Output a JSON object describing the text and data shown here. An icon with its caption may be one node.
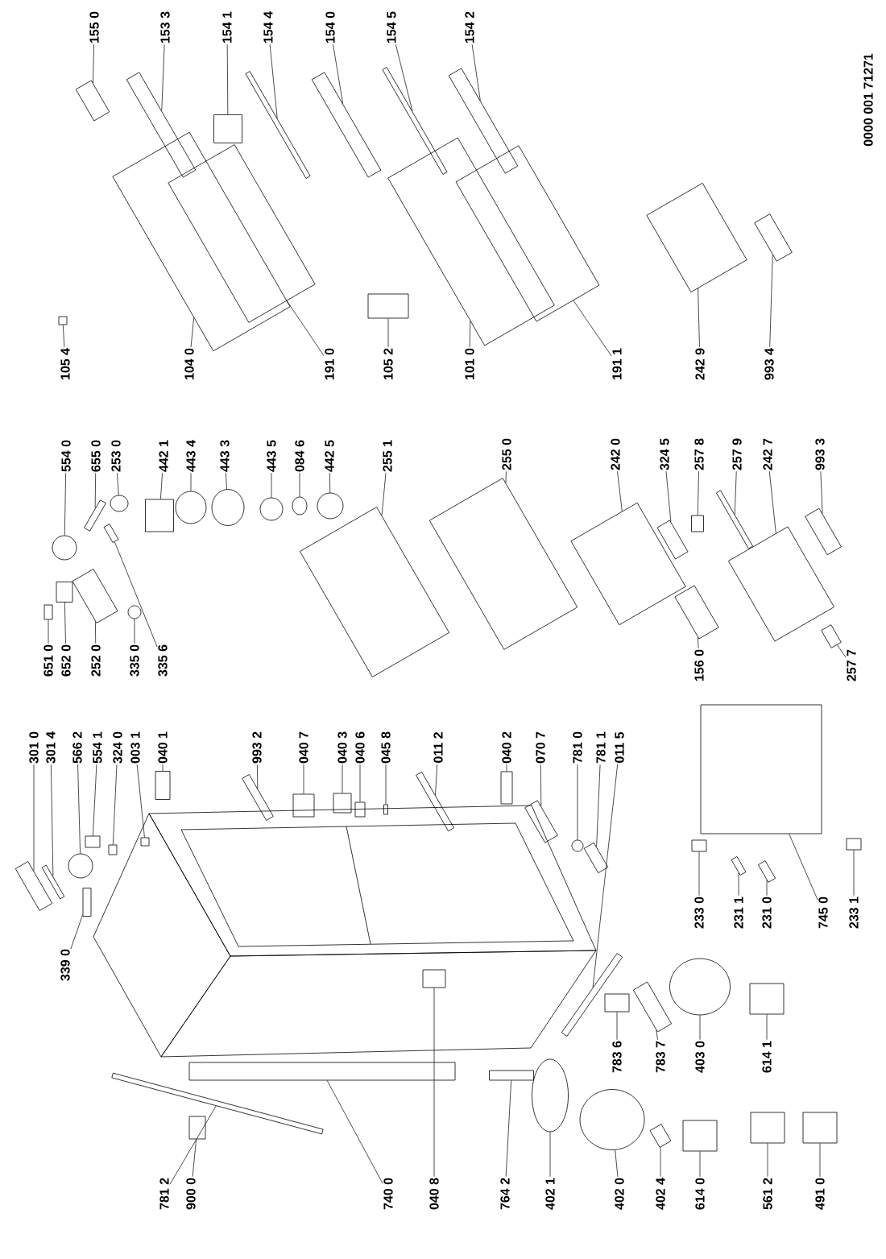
{
  "diagram": {
    "nodes": [
      {
        "text": [
          "155 0"
        ]
      },
      {
        "text": [
          "153 3"
        ]
      },
      {
        "text": [
          "154 1"
        ]
      },
      {
        "text": [
          "154 4"
        ]
      },
      {
        "text": [
          "154 0"
        ]
      },
      {
        "text": [
          "154 5"
        ]
      },
      {
        "text": [
          "154 2"
        ]
      },
      {
        "text": [
          "105 4"
        ]
      },
      {
        "text": [
          "104 0"
        ]
      },
      {
        "text": [
          "191 0"
        ]
      },
      {
        "text": [
          "105 2"
        ]
      },
      {
        "text": [
          "101 0"
        ]
      },
      {
        "text": [
          "191 1"
        ]
      },
      {
        "text": [
          "242 9"
        ]
      },
      {
        "text": [
          "993 4"
        ]
      },
      {
        "text": [
          "554 0"
        ]
      },
      {
        "text": [
          "655 0"
        ]
      },
      {
        "text": [
          "253 0"
        ]
      },
      {
        "text": [
          "442 1"
        ]
      },
      {
        "text": [
          "443 4"
        ]
      },
      {
        "text": [
          "443 3"
        ]
      },
      {
        "text": [
          "443 5"
        ]
      },
      {
        "text": [
          "084 6"
        ]
      },
      {
        "text": [
          "442 5"
        ]
      },
      {
        "text": [
          "255 1"
        ]
      },
      {
        "text": [
          "255 0"
        ]
      },
      {
        "text": [
          "242 0"
        ]
      },
      {
        "text": [
          "324 5"
        ]
      },
      {
        "text": [
          "257 8"
        ]
      },
      {
        "text": [
          "257 9"
        ]
      },
      {
        "text": [
          "242 7"
        ]
      },
      {
        "text": [
          "993 3"
        ]
      },
      {
        "text": [
          "651 0"
        ]
      },
      {
        "text": [
          "652 0"
        ]
      },
      {
        "text": [
          "252 0"
        ]
      },
      {
        "text": [
          "335 0"
        ]
      },
      {
        "text": [
          "335 6"
        ]
      },
      {
        "text": [
          "156 0"
        ]
      },
      {
        "text": [
          "257 7"
        ]
      },
      {
        "text": [
          "301 0"
        ]
      },
      {
        "text": [
          "301 4"
        ]
      },
      {
        "text": [
          "566 2"
        ]
      },
      {
        "text": [
          "554 1"
        ]
      },
      {
        "text": [
          "324 0"
        ]
      },
      {
        "text": [
          "003 1"
        ]
      },
      {
        "text": [
          "040 1"
        ]
      },
      {
        "text": [
          "993 2"
        ]
      },
      {
        "text": [
          "040 7"
        ]
      },
      {
        "text": [
          "040 3"
        ]
      },
      {
        "text": [
          "040 6"
        ]
      },
      {
        "text": [
          "045 8"
        ]
      },
      {
        "text": [
          "011 2"
        ]
      },
      {
        "text": [
          "040 2"
        ]
      },
      {
        "text": [
          "070 7"
        ]
      },
      {
        "text": [
          "781 0"
        ]
      },
      {
        "text": [
          "781 1"
        ]
      },
      {
        "text": [
          "011 5"
        ]
      },
      {
        "text": [
          "339 0"
        ]
      },
      {
        "text": [
          "233 0"
        ]
      },
      {
        "text": [
          "231 1"
        ]
      },
      {
        "text": [
          "231 0"
        ]
      },
      {
        "text": [
          "745 0"
        ]
      },
      {
        "text": [
          "233 1"
        ]
      },
      {
        "text": [
          "783 6"
        ]
      },
      {
        "text": [
          "783 7"
        ]
      },
      {
        "text": [
          "403 0"
        ]
      },
      {
        "text": [
          "614 1"
        ]
      },
      {
        "text": [
          "781 2"
        ]
      },
      {
        "text": [
          "900 0"
        ]
      },
      {
        "text": [
          "740 0"
        ]
      },
      {
        "text": [
          "040 8"
        ]
      },
      {
        "text": [
          "764 2"
        ]
      },
      {
        "text": [
          "402 1"
        ]
      },
      {
        "text": [
          "402 0"
        ]
      },
      {
        "text": [
          "402 4"
        ]
      },
      {
        "text": [
          "614 0"
        ]
      },
      {
        "text": [
          "561 2"
        ]
      },
      {
        "text": [
          "491 0"
        ]
      },
      {
        "text": [],
        "shape": "box"
      },
      {
        "text": [],
        "shape": "box"
      },
      {
        "text": [],
        "shape": "box"
      },
      {
        "text": [],
        "shape": "box"
      },
      {
        "text": [],
        "shape": "box"
      },
      {
        "text": [],
        "shape": "box"
      },
      {
        "text": [],
        "shape": "box"
      },
      {
        "text": [],
        "shape": "box"
      },
      {
        "text": [],
        "shape": "box"
      },
      {
        "text": [],
        "shape": "box"
      },
      {
        "text": [],
        "shape": "box"
      },
      {
        "text": [],
        "shape": "box"
      },
      {
        "text": [],
        "shape": "box"
      },
      {
        "text": [],
        "shape": "box"
      },
      {
        "text": [],
        "shape": "box"
      },
      {
        "text": [],
        "shape": "circle"
      },
      {
        "text": [],
        "shape": "box"
      },
      {
        "text": [],
        "shape": "circle"
      },
      {
        "text": [],
        "shape": "box"
      },
      {
        "text": [],
        "shape": "circle"
      },
      {
        "text": [],
        "shape": "circle"
      },
      {
        "text": [],
        "shape": "circle"
      },
      {
        "text": [],
        "shape": "circle"
      },
      {
        "text": [],
        "shape": "circle"
      },
      {
        "text": [],
        "shape": "box"
      },
      {
        "text": [],
        "shape": "box"
      },
      {
        "text": [],
        "shape": "box"
      },
      {
        "text": [],
        "shape": "box"
      },
      {
        "text": [],
        "shape": "box"
      },
      {
        "text": [],
        "shape": "box"
      },
      {
        "text": [],
        "shape": "box"
      },
      {
        "text": [],
        "shape": "box"
      },
      {
        "text": [],
        "shape": "box"
      },
      {
        "text": [],
        "shape": "box"
      },
      {
        "text": [],
        "shape": "box"
      },
      {
        "text": [],
        "shape": "circle"
      },
      {
        "text": [],
        "shape": "box"
      },
      {
        "text": [],
        "shape": "box"
      },
      {
        "text": [],
        "shape": "box"
      },
      {
        "text": [],
        "shape": "box"
      },
      {
        "text": [],
        "shape": "box"
      },
      {
        "text": [],
        "shape": "circle"
      },
      {
        "text": [],
        "shape": "box"
      },
      {
        "text": [],
        "shape": "box"
      },
      {
        "text": [],
        "shape": "box"
      },
      {
        "text": [],
        "shape": "box"
      },
      {
        "text": [],
        "shape": "box"
      },
      {
        "text": [],
        "shape": "box"
      },
      {
        "text": [],
        "shape": "box"
      },
      {
        "text": [],
        "shape": "box"
      },
      {
        "text": [],
        "shape": "box"
      },
      {
        "text": [],
        "shape": "box"
      },
      {
        "text": [],
        "shape": "box"
      },
      {
        "text": [],
        "shape": "box"
      },
      {
        "text": [],
        "shape": "circle"
      },
      {
        "text": [],
        "shape": "box"
      },
      {
        "text": [],
        "shape": "box"
      },
      {
        "text": [],
        "shape": "box"
      },
      {
        "text": [],
        "shape": "box"
      },
      {
        "text": [],
        "shape": "box"
      },
      {
        "text": [],
        "shape": "box"
      },
      {
        "text": [],
        "shape": "box"
      },
      {
        "text": [],
        "shape": "box"
      },
      {
        "text": [],
        "shape": "box"
      },
      {
        "text": [],
        "shape": "box"
      },
      {
        "text": [],
        "shape": "circle"
      },
      {
        "text": [],
        "shape": "box"
      },
      {
        "text": [],
        "shape": "box"
      },
      {
        "text": [],
        "shape": "box"
      },
      {
        "text": [],
        "shape": "box"
      },
      {
        "text": [],
        "shape": "box"
      },
      {
        "text": [],
        "shape": "box"
      },
      {
        "text": [],
        "shape": "circle"
      },
      {
        "text": [],
        "shape": "circle"
      },
      {
        "text": [],
        "shape": "box"
      },
      {
        "text": [],
        "shape": "box"
      },
      {
        "text": [],
        "shape": "box"
      },
      {
        "text": [],
        "shape": "box"
      }
    ],
    "edges": [
      {
        "from": 0,
        "to": 78,
        "arrow": "none"
      },
      {
        "from": 1,
        "to": 79,
        "arrow": "none"
      },
      {
        "from": 2,
        "to": 80,
        "arrow": "none"
      },
      {
        "from": 3,
        "to": 81,
        "arrow": "none"
      },
      {
        "from": 4,
        "to": 82,
        "arrow": "none"
      },
      {
        "from": 5,
        "to": 83,
        "arrow": "none"
      },
      {
        "from": 6,
        "to": 84,
        "arrow": "none"
      },
      {
        "from": 7,
        "to": 85,
        "arrow": "none"
      },
      {
        "from": 8,
        "to": 86,
        "arrow": "none"
      },
      {
        "from": 9,
        "to": 87,
        "arrow": "none"
      },
      {
        "from": 10,
        "to": 88,
        "arrow": "none"
      },
      {
        "from": 11,
        "to": 89,
        "arrow": "none"
      },
      {
        "from": 12,
        "to": 90,
        "arrow": "none"
      },
      {
        "from": 13,
        "to": 91,
        "arrow": "none"
      },
      {
        "from": 14,
        "to": 92,
        "arrow": "none"
      },
      {
        "from": 15,
        "to": 93,
        "arrow": "none"
      },
      {
        "from": 16,
        "to": 94,
        "arrow": "none"
      },
      {
        "from": 17,
        "to": 95,
        "arrow": "none"
      },
      {
        "from": 18,
        "to": 96,
        "arrow": "none"
      },
      {
        "from": 19,
        "to": 97,
        "arrow": "none"
      },
      {
        "from": 20,
        "to": 98,
        "arrow": "none"
      },
      {
        "from": 21,
        "to": 99,
        "arrow": "none"
      },
      {
        "from": 22,
        "to": 100,
        "arrow": "none"
      },
      {
        "from": 23,
        "to": 101,
        "arrow": "none"
      },
      {
        "from": 24,
        "to": 102,
        "arrow": "none"
      },
      {
        "from": 25,
        "to": 103,
        "arrow": "none"
      },
      {
        "from": 26,
        "to": 104,
        "arrow": "none"
      },
      {
        "from": 27,
        "to": 105,
        "arrow": "none"
      },
      {
        "from": 28,
        "to": 106,
        "arrow": "none"
      },
      {
        "from": 29,
        "to": 107,
        "arrow": "none"
      },
      {
        "from": 30,
        "to": 108,
        "arrow": "none"
      },
      {
        "from": 31,
        "to": 109,
        "arrow": "none"
      },
      {
        "from": 32,
        "to": 110,
        "arrow": "none"
      },
      {
        "from": 33,
        "to": 111,
        "arrow": "none"
      },
      {
        "from": 34,
        "to": 112,
        "arrow": "none"
      },
      {
        "from": 35,
        "to": 113,
        "arrow": "none"
      },
      {
        "from": 36,
        "to": 114,
        "arrow": "none"
      },
      {
        "from": 37,
        "to": 115,
        "arrow": "none"
      },
      {
        "from": 38,
        "to": 116,
        "arrow": "none"
      },
      {
        "from": 39,
        "to": 117,
        "arrow": "none"
      },
      {
        "from": 40,
        "to": 118,
        "arrow": "none"
      },
      {
        "from": 41,
        "to": 119,
        "arrow": "none"
      },
      {
        "from": 42,
        "to": 120,
        "arrow": "none"
      },
      {
        "from": 43,
        "to": 121,
        "arrow": "none"
      },
      {
        "from": 44,
        "to": 122,
        "arrow": "none"
      },
      {
        "from": 45,
        "to": 123,
        "arrow": "none"
      },
      {
        "from": 46,
        "to": 124,
        "arrow": "none"
      },
      {
        "from": 47,
        "to": 125,
        "arrow": "none"
      },
      {
        "from": 48,
        "to": 126,
        "arrow": "none"
      },
      {
        "from": 49,
        "to": 127,
        "arrow": "none"
      },
      {
        "from": 50,
        "to": 128,
        "arrow": "none"
      },
      {
        "from": 51,
        "to": 129,
        "arrow": "none"
      },
      {
        "from": 52,
        "to": 130,
        "arrow": "none"
      },
      {
        "from": 53,
        "to": 131,
        "arrow": "none"
      },
      {
        "from": 54,
        "to": 132,
        "arrow": "none"
      },
      {
        "from": 55,
        "to": 133,
        "arrow": "none"
      },
      {
        "from": 56,
        "to": 134,
        "arrow": "none"
      },
      {
        "from": 57,
        "to": 135,
        "arrow": "none"
      },
      {
        "from": 58,
        "to": 136,
        "arrow": "none"
      },
      {
        "from": 59,
        "to": 137,
        "arrow": "none"
      },
      {
        "from": 60,
        "to": 138,
        "arrow": "none"
      },
      {
        "from": 61,
        "to": 139,
        "arrow": "none"
      },
      {
        "from": 62,
        "to": 140,
        "arrow": "none"
      },
      {
        "from": 63,
        "to": 141,
        "arrow": "none"
      },
      {
        "from": 64,
        "to": 142,
        "arrow": "none"
      },
      {
        "from": 65,
        "to": 143,
        "arrow": "none"
      },
      {
        "from": 66,
        "to": 144,
        "arrow": "none"
      },
      {
        "from": 67,
        "to": 145,
        "arrow": "none"
      },
      {
        "from": 68,
        "to": 146,
        "arrow": "none"
      },
      {
        "from": 69,
        "to": 147,
        "arrow": "none"
      },
      {
        "from": 70,
        "to": 148,
        "arrow": "none"
      },
      {
        "from": 71,
        "to": 149,
        "arrow": "none"
      },
      {
        "from": 72,
        "to": 150,
        "arrow": "none"
      },
      {
        "from": 73,
        "to": 151,
        "arrow": "none"
      },
      {
        "from": 74,
        "to": 152,
        "arrow": "none"
      },
      {
        "from": 75,
        "to": 153,
        "arrow": "none"
      },
      {
        "from": 76,
        "to": 154,
        "arrow": "none"
      },
      {
        "from": 77,
        "to": 155,
        "arrow": "none"
      }
    ],
    "labels": [
      "0000 001 71271"
    ]
  }
}
